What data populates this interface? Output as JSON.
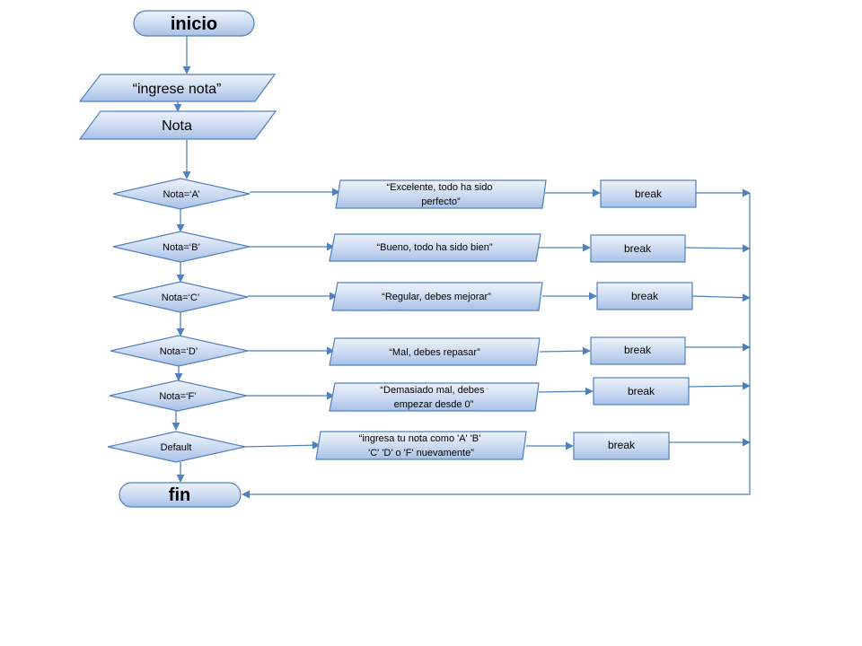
{
  "start": "inicio",
  "end": "fin",
  "input_prompt": "“ingrese nota”",
  "input_var": "Nota",
  "cases": [
    {
      "cond": "Nota=‘A’",
      "msg": [
        "“Excelente,  todo ha sido",
        "perfecto”"
      ],
      "action": "break"
    },
    {
      "cond": "Nota=‘B’",
      "msg": [
        "“Bueno,  todo ha sido bien”"
      ],
      "action": "break"
    },
    {
      "cond": "Nota=‘C’",
      "msg": [
        "“Regular, debes mejorar”"
      ],
      "action": "break"
    },
    {
      "cond": "Nota=‘D’",
      "msg": [
        "“Mal, debes repasar”"
      ],
      "action": "break"
    },
    {
      "cond": "Nota=‘F’",
      "msg": [
        "“Demasiado mal, debes",
        "empezar  desde  0”"
      ],
      "action": "break"
    },
    {
      "cond": "Default",
      "msg": [
        "“ingresa   tu nota como 'A'  'B'",
        "'C'  'D'  o  'F'  nuevamente”"
      ],
      "action": "break"
    }
  ],
  "colors": {
    "fill_light": "#eef3fb",
    "fill_dark": "#a9c1e6",
    "stroke": "#4f81bd"
  }
}
